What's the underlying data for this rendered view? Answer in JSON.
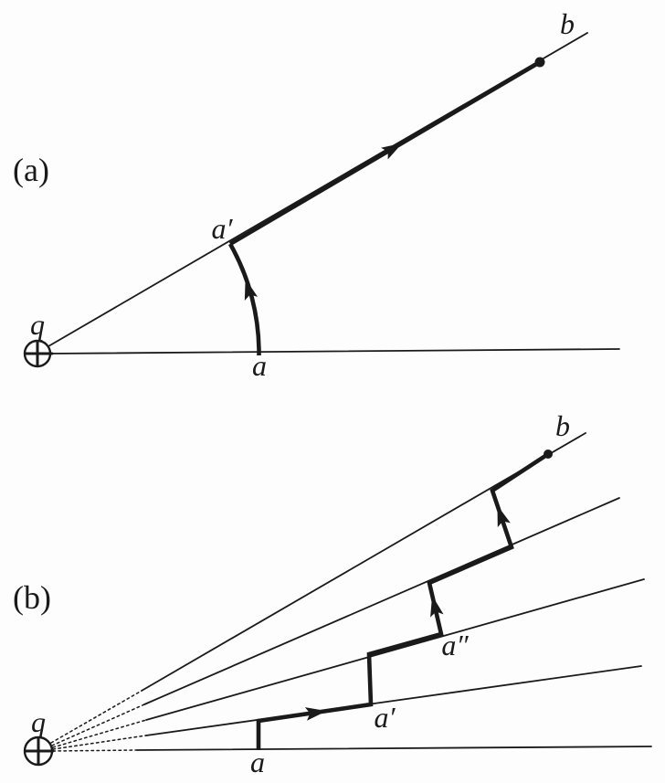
{
  "figure": {
    "colors": {
      "ink": "#1a1a1a",
      "background": "#fdfdfd"
    },
    "panel_a": {
      "label": "(a)",
      "charge": {
        "label": "q",
        "icon": "circled-plus"
      },
      "points": {
        "a": "a",
        "a_prime": "a′",
        "b": "b"
      }
    },
    "panel_b": {
      "label": "(b)",
      "charge": {
        "label": "q",
        "icon": "circled-plus"
      },
      "points": {
        "a": "a",
        "a_prime": "a′",
        "a_double_prime": "a″",
        "b": "b"
      }
    }
  }
}
